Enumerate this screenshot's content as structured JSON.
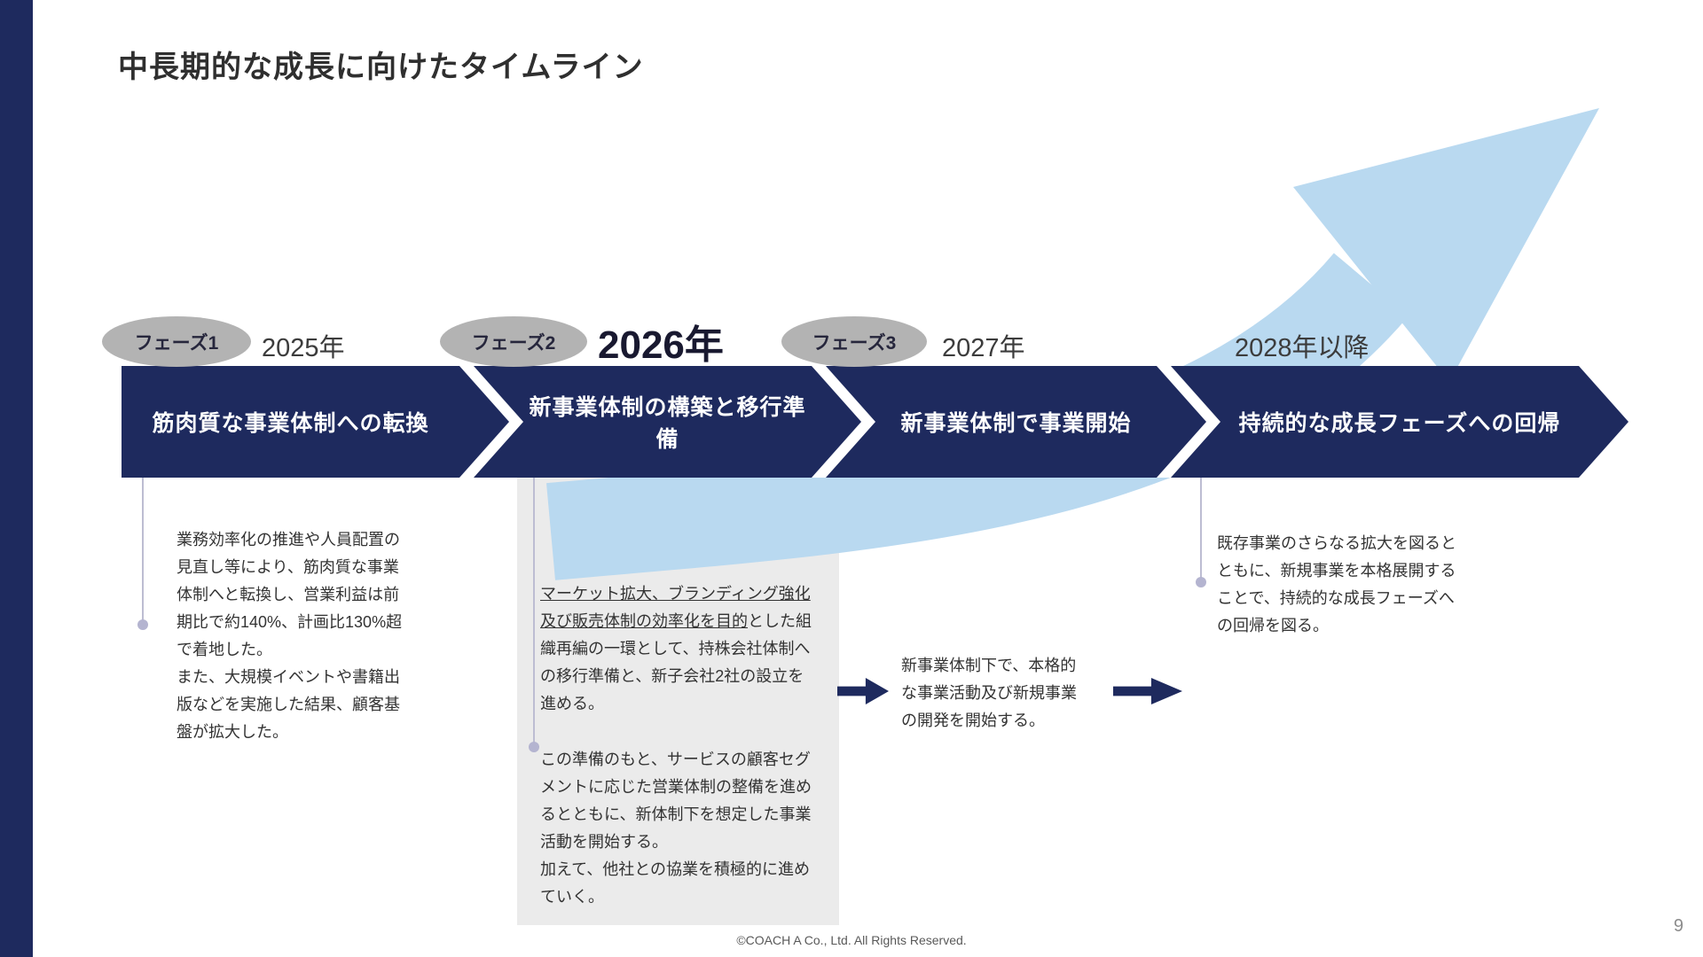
{
  "slide": {
    "title": "中長期的な成長に向けたタイムライン",
    "footer": "©COACH A Co., Ltd. All Rights Reserved.",
    "page_number": "9"
  },
  "colors": {
    "navy": "#1e2a5e",
    "arrow_blue": "#b9d9f0",
    "badge_gray": "#b3b3b3",
    "panel_gray": "#ebebeb",
    "text_dark": "#333333"
  },
  "timeline": {
    "phases": [
      {
        "badge": "フェーズ1",
        "year": "2025年",
        "label": "筋肉質な事業体制への転換"
      },
      {
        "badge": "フェーズ2",
        "year": "2026年",
        "label": "新事業体制の構築と移行準備"
      },
      {
        "badge": "フェーズ3",
        "year": "2027年",
        "label": "新事業体制で事業開始"
      },
      {
        "year": "2028年以降",
        "label": "持続的な成長フェーズへの回帰"
      }
    ]
  },
  "notes": {
    "phase1": "業務効率化の推進や人員配置の見直し等により、筋肉質な事業体制へと転換し、営業利益は前期比で約140%、計画比130%超で着地した。\nまた、大規模イベントや書籍出版などを実施した結果、顧客基盤が拡大した。",
    "phase2_underlined": "マーケット拡大、ブランディング強化及び販売体制の効率化を目的",
    "phase2_rest": "とした組織再編の一環として、持株会社体制への移行準備と、新子会社2社の設立を進める。",
    "phase2_second": "この準備のもと、サービスの顧客セグメントに応じた営業体制の整備を進めるとともに、新体制下を想定した事業活動を開始する。\n加えて、他社との協業を積極的に進めていく。",
    "phase3": "新事業体制下で、本格的な事業活動及び新規事業の開発を開始する。",
    "phase4": "既存事業のさらなる拡大を図るとともに、新規事業を本格展開することで、持続的な成長フェーズへの回帰を図る。"
  }
}
